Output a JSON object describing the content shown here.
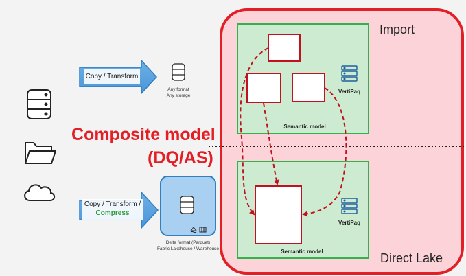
{
  "sections": {
    "import": "Import",
    "direct_lake": "Direct Lake"
  },
  "composite": {
    "line1": "Composite model",
    "line2": "(DQ/AS)"
  },
  "top_flow": {
    "arrow_label": "Copy / Transform",
    "storage_line1": "Any format",
    "storage_line2": "Any storage"
  },
  "bottom_flow": {
    "arrow_label_1": "Copy / Transform /",
    "arrow_label_2": "Compress",
    "storage_line1": "Delta format (Parquet)",
    "storage_line2": "Fabric Lakehouse / Warehouse"
  },
  "models": {
    "import_label": "Semantic model",
    "direct_lake_label": "Semantic model",
    "vertipaq_top": "VertiPaq",
    "vertipaq_bottom": "VertiPaq"
  },
  "colors": {
    "red": "#e31e24",
    "green": "#2fb34a",
    "blue": "#2f7fc1",
    "pink_bg": "#fbd3d8",
    "darkred": "#c0111f"
  },
  "icons": [
    "database-icon",
    "folder-icon",
    "cloud-icon",
    "server-icon",
    "lakehouse-icon",
    "warehouse-icon"
  ]
}
